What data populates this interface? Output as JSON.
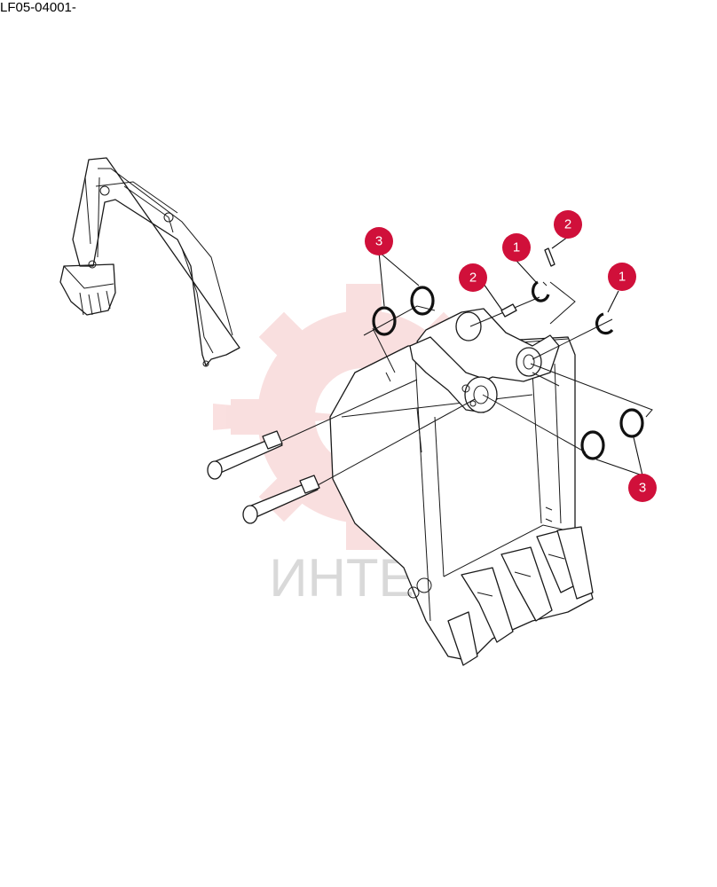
{
  "header": {
    "part_code": "LF05-04001-"
  },
  "watermark": {
    "brand_text": "ИНТЕХ",
    "color": "#f5c6c6"
  },
  "callout_color": "#d0103a",
  "callouts": [
    {
      "id": "callout-3-upper",
      "label": "3"
    },
    {
      "id": "callout-1-left",
      "label": "1"
    },
    {
      "id": "callout-2-top",
      "label": "2"
    },
    {
      "id": "callout-2-mid",
      "label": "2"
    },
    {
      "id": "callout-1-right",
      "label": "1"
    },
    {
      "id": "callout-3-lower",
      "label": "3"
    }
  ]
}
